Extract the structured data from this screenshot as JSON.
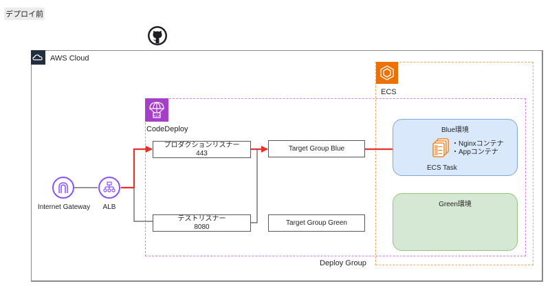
{
  "page_label": "デプロイ前",
  "aws_cloud": {
    "label": "AWS Cloud"
  },
  "ecs": {
    "label": "ECS"
  },
  "codedeploy": {
    "label": "CodeDeploy"
  },
  "deploy_group": {
    "label": "Deploy Group"
  },
  "nodes": {
    "internet_gateway": "Internet Gateway",
    "alb": "ALB"
  },
  "listeners": {
    "production": {
      "name": "プロダクションリスナー",
      "port": "443"
    },
    "test": {
      "name": "テストリスナー",
      "port": "8080"
    }
  },
  "target_groups": {
    "blue": "Target Group Blue",
    "green": "Target Group Green"
  },
  "environments": {
    "blue": {
      "title": "Blue環境",
      "task_label": "ECS Task",
      "containers": [
        "・Nginxコンテナ",
        "・Appコンテナ"
      ]
    },
    "green": {
      "title": "Green環境"
    }
  },
  "colors": {
    "active_route": "#e8302a",
    "inactive_route": "#555555",
    "ecs_orange": "#ed7100",
    "codedeploy_purple": "#a53fc8",
    "gateway_purple": "#8c4fff",
    "blue_env": "#dae8fc",
    "green_env": "#d5e8d4"
  }
}
